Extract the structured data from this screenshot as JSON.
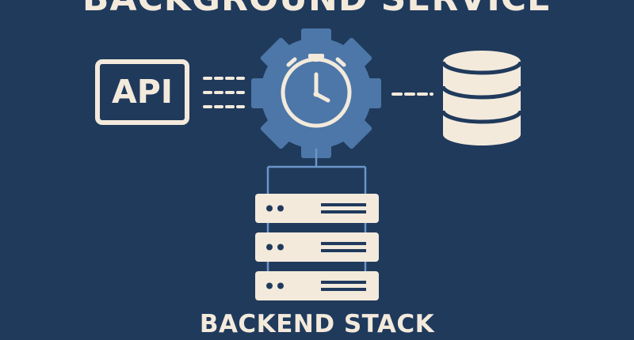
{
  "diagram": {
    "title": "BACKGROUND SERVICE",
    "footer": "BACKEND STACK",
    "api_label": "API"
  },
  "colors": {
    "background": "#203a5c",
    "cream": "#f3eadc",
    "gear_blue": "#4c77a8",
    "line_blue": "#6b95c8"
  },
  "icons": {
    "api": "api-box-icon",
    "scheduler": "gear-clock-icon",
    "storage": "database-icon",
    "servers": "server-rack-icon"
  }
}
